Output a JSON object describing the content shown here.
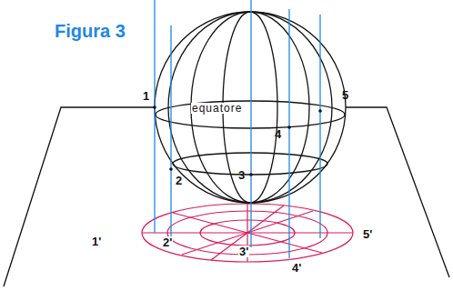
{
  "diagram": {
    "title": "Figura 3",
    "labels": [
      "equatore",
      "1",
      "2",
      "3",
      "4",
      "5",
      "1'",
      "2'",
      "3'",
      "4'",
      "5'"
    ]
  }
}
